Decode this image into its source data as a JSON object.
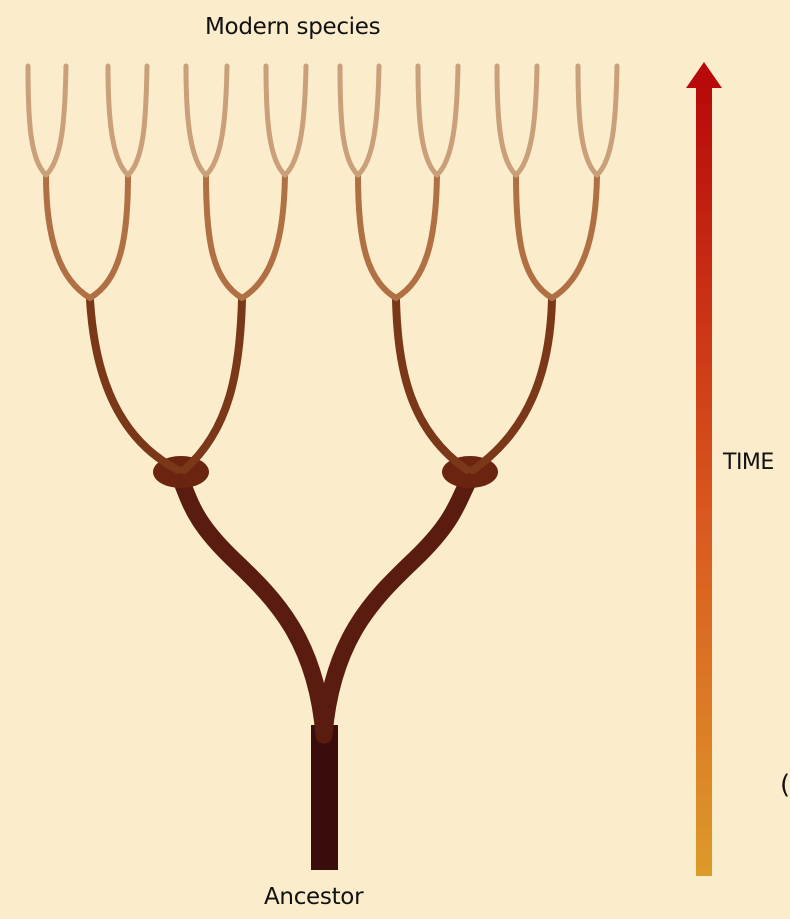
{
  "diagram": {
    "top_label": "Modern species",
    "bottom_label": "Ancestor",
    "axis_label": "TIME",
    "partial_glyph": "("
  },
  "colors": {
    "background": "#fbeccb",
    "trunk": "#3a0c0c",
    "level1": "#5a1c0e",
    "level2": "#a15a2e",
    "level3": "#c58e5c",
    "level4": "#cfa583",
    "arrow_top": "#b80a0a",
    "arrow_bottom": "#dd9a2a"
  },
  "icons": {
    "time_arrow": "up-arrow-icon"
  }
}
